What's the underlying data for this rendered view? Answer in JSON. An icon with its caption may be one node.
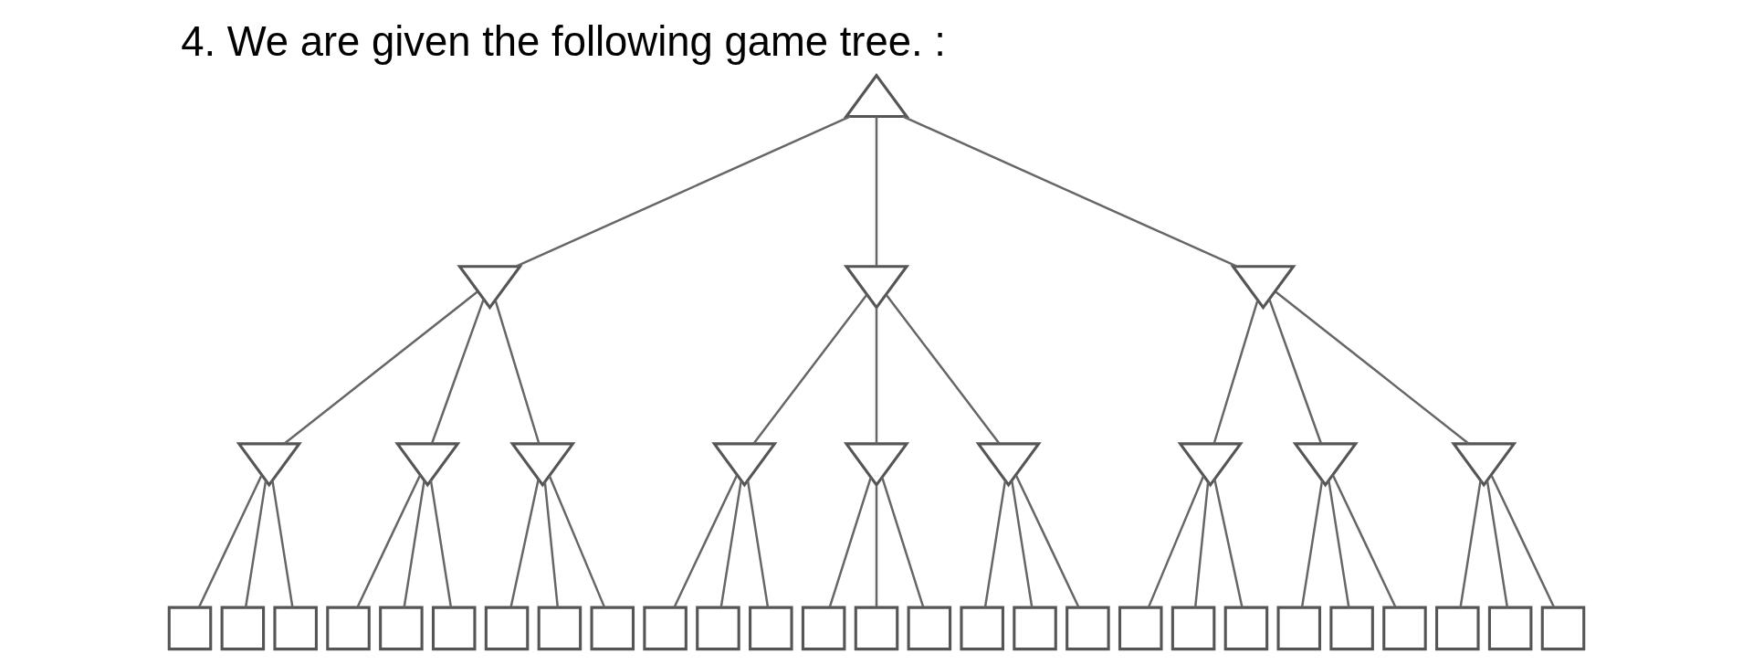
{
  "diagram": {
    "title": "4. We are given the following game tree. :",
    "nodes": [
      {
        "text": [],
        "shape": "triangle"
      },
      {
        "text": [],
        "shape": "triangle"
      },
      {
        "text": [],
        "shape": "triangle"
      },
      {
        "text": [],
        "shape": "triangle"
      },
      {
        "text": [],
        "shape": "triangle"
      },
      {
        "text": [],
        "shape": "triangle"
      },
      {
        "text": [],
        "shape": "triangle"
      },
      {
        "text": [],
        "shape": "triangle"
      },
      {
        "text": [],
        "shape": "triangle"
      },
      {
        "text": [],
        "shape": "triangle"
      },
      {
        "text": [],
        "shape": "triangle"
      },
      {
        "text": [],
        "shape": "triangle"
      },
      {
        "text": [],
        "shape": "triangle"
      },
      {
        "text": [],
        "shape": "box"
      },
      {
        "text": [],
        "shape": "box"
      },
      {
        "text": [],
        "shape": "box"
      },
      {
        "text": [],
        "shape": "box"
      },
      {
        "text": [],
        "shape": "box"
      },
      {
        "text": [],
        "shape": "box"
      },
      {
        "text": [],
        "shape": "box"
      },
      {
        "text": [],
        "shape": "box"
      },
      {
        "text": [],
        "shape": "box"
      },
      {
        "text": [],
        "shape": "box"
      },
      {
        "text": [],
        "shape": "box"
      },
      {
        "text": [],
        "shape": "box"
      },
      {
        "text": [],
        "shape": "box"
      },
      {
        "text": [],
        "shape": "box"
      },
      {
        "text": [],
        "shape": "box"
      },
      {
        "text": [],
        "shape": "box"
      },
      {
        "text": [],
        "shape": "box"
      },
      {
        "text": [],
        "shape": "box"
      },
      {
        "text": [],
        "shape": "box"
      },
      {
        "text": [],
        "shape": "box"
      },
      {
        "text": [],
        "shape": "box"
      },
      {
        "text": [],
        "shape": "box"
      },
      {
        "text": [],
        "shape": "box"
      },
      {
        "text": [],
        "shape": "box"
      },
      {
        "text": [],
        "shape": "box"
      },
      {
        "text": [],
        "shape": "box"
      },
      {
        "text": [],
        "shape": "box"
      }
    ],
    "edges": [
      {
        "from": 0,
        "to": 1,
        "arrow": "none"
      },
      {
        "from": 0,
        "to": 2,
        "arrow": "none"
      },
      {
        "from": 0,
        "to": 3,
        "arrow": "none"
      },
      {
        "from": 1,
        "to": 4,
        "arrow": "none"
      },
      {
        "from": 1,
        "to": 5,
        "arrow": "none"
      },
      {
        "from": 1,
        "to": 6,
        "arrow": "none"
      },
      {
        "from": 2,
        "to": 7,
        "arrow": "none"
      },
      {
        "from": 2,
        "to": 8,
        "arrow": "none"
      },
      {
        "from": 2,
        "to": 9,
        "arrow": "none"
      },
      {
        "from": 3,
        "to": 10,
        "arrow": "none"
      },
      {
        "from": 3,
        "to": 11,
        "arrow": "none"
      },
      {
        "from": 3,
        "to": 12,
        "arrow": "none"
      },
      {
        "from": 4,
        "to": 13,
        "arrow": "none"
      },
      {
        "from": 4,
        "to": 14,
        "arrow": "none"
      },
      {
        "from": 4,
        "to": 15,
        "arrow": "none"
      },
      {
        "from": 5,
        "to": 16,
        "arrow": "none"
      },
      {
        "from": 5,
        "to": 17,
        "arrow": "none"
      },
      {
        "from": 5,
        "to": 18,
        "arrow": "none"
      },
      {
        "from": 6,
        "to": 19,
        "arrow": "none"
      },
      {
        "from": 6,
        "to": 20,
        "arrow": "none"
      },
      {
        "from": 6,
        "to": 21,
        "arrow": "none"
      },
      {
        "from": 7,
        "to": 22,
        "arrow": "none"
      },
      {
        "from": 7,
        "to": 23,
        "arrow": "none"
      },
      {
        "from": 7,
        "to": 24,
        "arrow": "none"
      },
      {
        "from": 8,
        "to": 25,
        "arrow": "none"
      },
      {
        "from": 8,
        "to": 26,
        "arrow": "none"
      },
      {
        "from": 8,
        "to": 27,
        "arrow": "none"
      },
      {
        "from": 9,
        "to": 28,
        "arrow": "none"
      },
      {
        "from": 9,
        "to": 29,
        "arrow": "none"
      },
      {
        "from": 9,
        "to": 30,
        "arrow": "none"
      },
      {
        "from": 10,
        "to": 31,
        "arrow": "none"
      },
      {
        "from": 10,
        "to": 32,
        "arrow": "none"
      },
      {
        "from": 10,
        "to": 33,
        "arrow": "none"
      },
      {
        "from": 11,
        "to": 34,
        "arrow": "none"
      },
      {
        "from": 11,
        "to": 35,
        "arrow": "none"
      },
      {
        "from": 11,
        "to": 36,
        "arrow": "none"
      },
      {
        "from": 12,
        "to": 37,
        "arrow": "none"
      },
      {
        "from": 12,
        "to": 38,
        "arrow": "none"
      },
      {
        "from": 12,
        "to": 39,
        "arrow": "none"
      }
    ]
  }
}
